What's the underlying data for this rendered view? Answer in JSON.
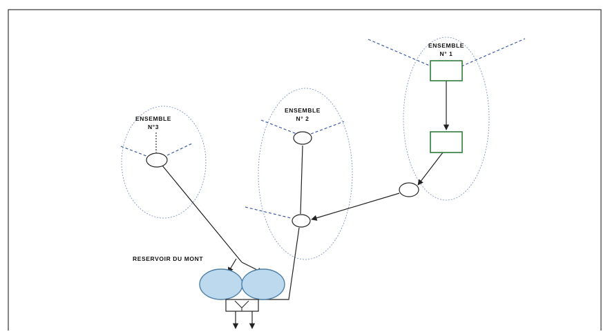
{
  "diagram": {
    "ensembles": [
      {
        "id": "ens1",
        "label_line1": "ENSEMBLE",
        "label_line2": "N° 1"
      },
      {
        "id": "ens2",
        "label_line1": "ENSEMBLE",
        "label_line2": "N° 2"
      },
      {
        "id": "ens3",
        "label_line1": "ENSEMBLE",
        "label_line2": "N°3"
      }
    ],
    "reservoir_label": "RESERVOIR DU MONT",
    "colors": {
      "line": "#222222",
      "dashed_blue": "#3a5aa8",
      "dotted_ellipse": "#8fa0c8",
      "box_border": "#2f7a3a",
      "reservoir_fill": "#bcd9ee",
      "reservoir_stroke": "#4e7fa6",
      "frame": "#333333"
    }
  }
}
